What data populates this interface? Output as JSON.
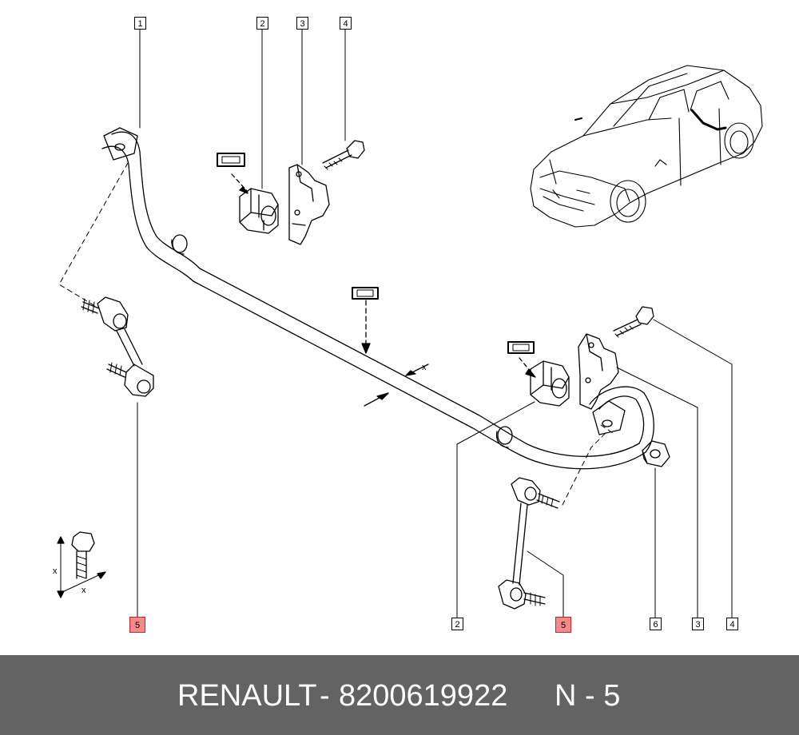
{
  "callouts": {
    "c1": "1",
    "c2_top": "2",
    "c3_top": "3",
    "c4_top": "4",
    "c5_left": "5",
    "c2_bottom": "2",
    "c5_right": "5",
    "c6": "6",
    "c3_bottom": "3",
    "c4_bottom": "4"
  },
  "dimension_label": "x",
  "footer": {
    "brand": "RENAULT",
    "separator": "-",
    "part_number": "8200619922",
    "position_ref": "N - 5"
  },
  "colors": {
    "highlight": "#f28b8b",
    "footer_bg": "#636363",
    "footer_text": "#ffffff",
    "line": "#000000"
  }
}
